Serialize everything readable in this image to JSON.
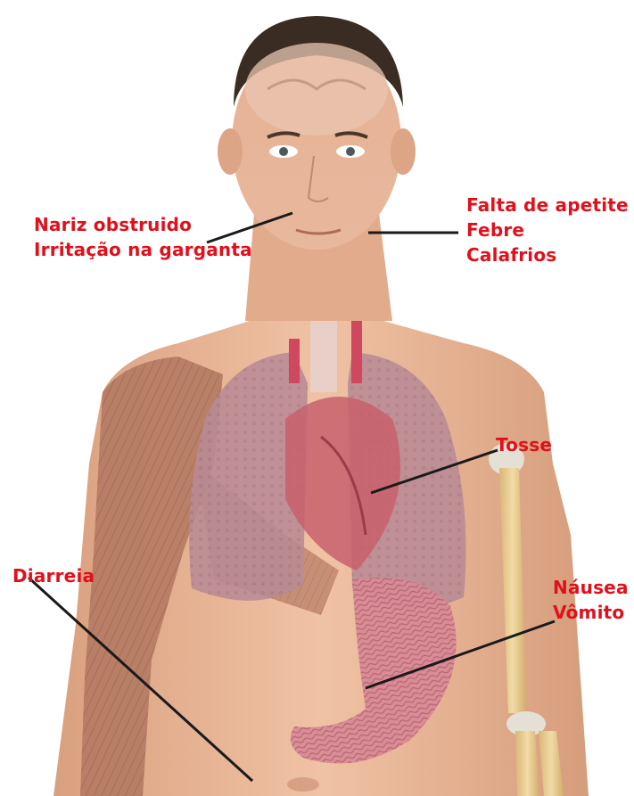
{
  "labels": {
    "head_left": [
      "Nariz obstruido",
      "Irritação na garganta"
    ],
    "head_right": [
      "Falta de apetite",
      "Febre",
      "Calafrios"
    ],
    "chest": "Tosse",
    "stomach": [
      "Náusea",
      "Vômito"
    ],
    "abdomen": "Diarreia"
  },
  "colors": {
    "label": "#e0101c",
    "leader_line": "#1a1a1a",
    "skin": "#e9b596",
    "hair": "#3a2c22",
    "lungs": "#b98a95",
    "heart": "#c7606c",
    "stomach": "#d88a96",
    "muscle": "#b47a63",
    "bone": "#e7c98d"
  }
}
